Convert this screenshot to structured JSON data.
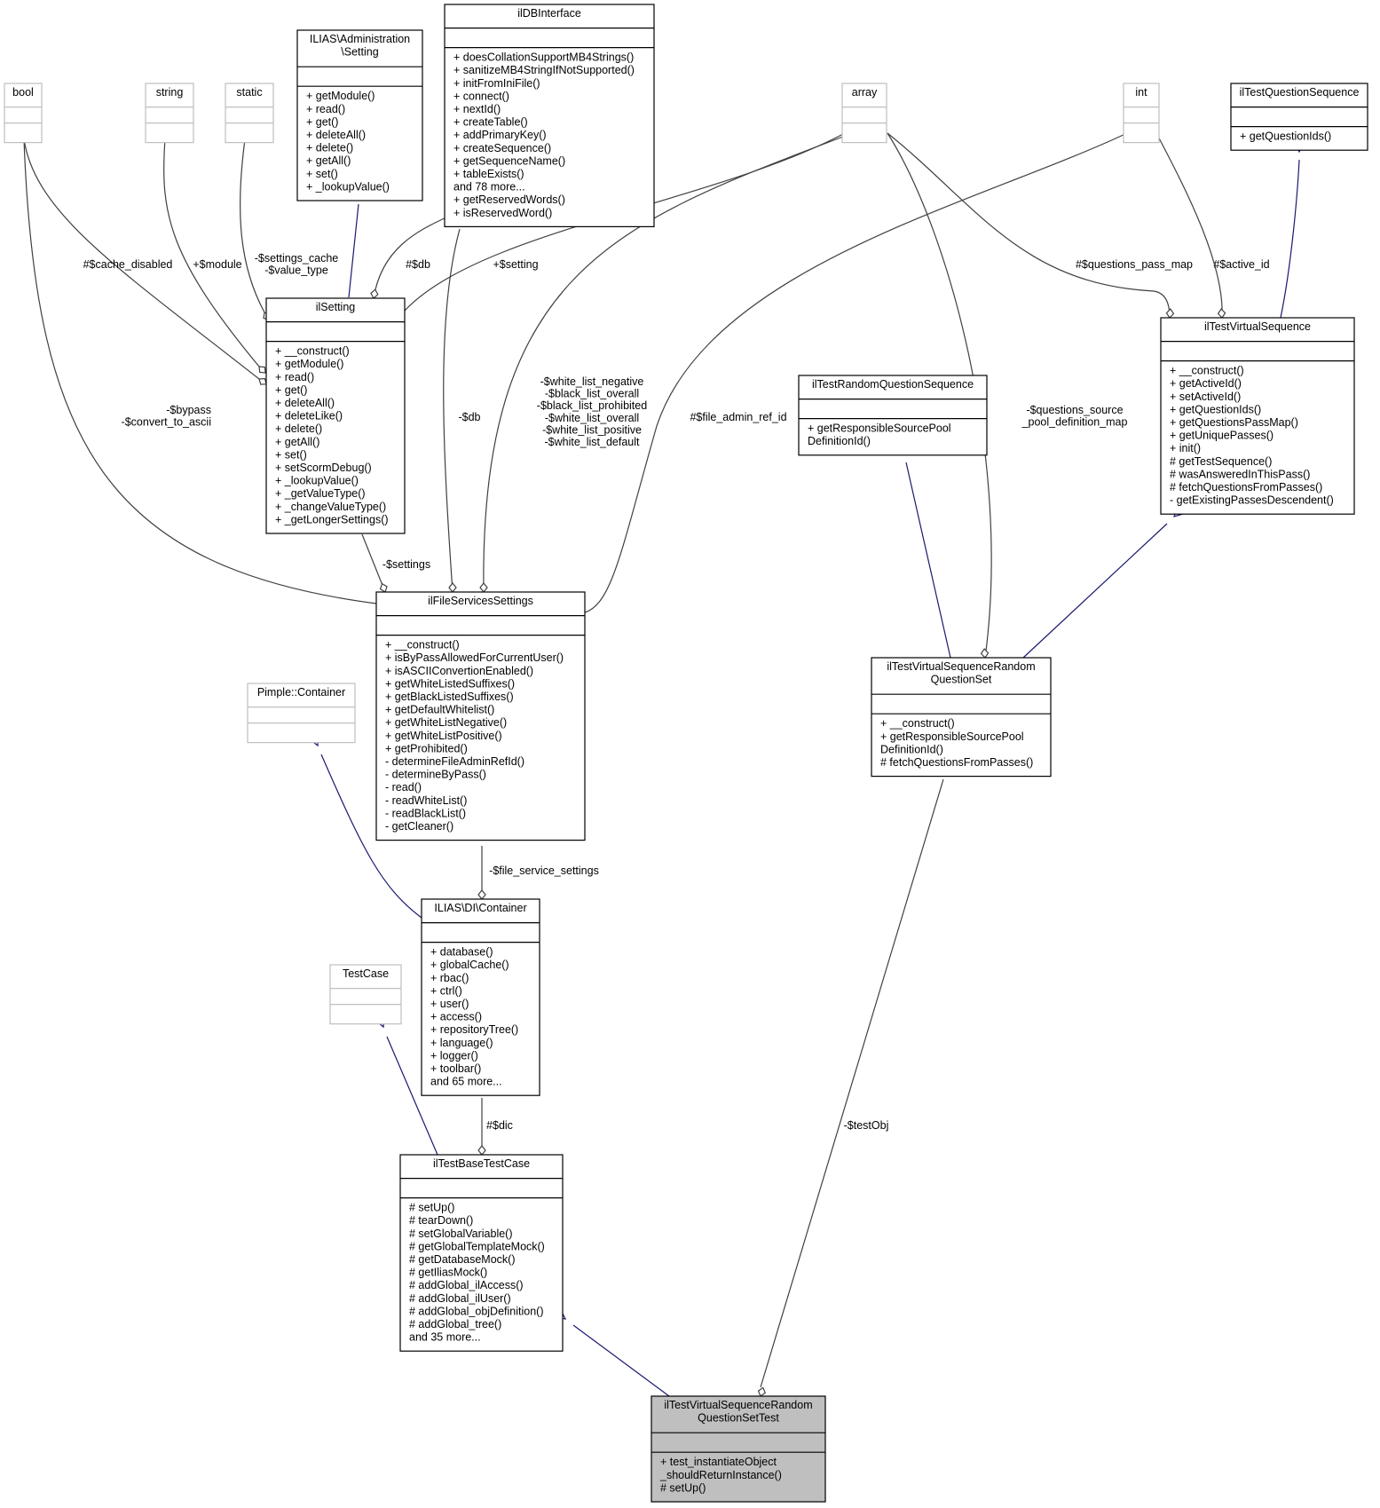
{
  "classes": {
    "bool": {
      "name": "bool",
      "members": []
    },
    "string": {
      "name": "string",
      "members": []
    },
    "static": {
      "name": "static",
      "members": []
    },
    "admin_setting": {
      "name": [
        "ILIAS\\Administration",
        "\\Setting"
      ],
      "members": [
        "+ getModule()",
        "+ read()",
        "+ get()",
        "+ deleteAll()",
        "+ delete()",
        "+ getAll()",
        "+ set()",
        "+ _lookupValue()"
      ]
    },
    "ildbinterface": {
      "name": "ilDBInterface",
      "members": [
        "+ doesCollationSupportMB4Strings()",
        "+ sanitizeMB4StringIfNotSupported()",
        "+ initFromIniFile()",
        "+ connect()",
        "+ nextId()",
        "+ createTable()",
        "+ addPrimaryKey()",
        "+ createSequence()",
        "+ getSequenceName()",
        "+ tableExists()",
        "and 78 more...",
        "+ getReservedWords()",
        "+ isReservedWord()"
      ]
    },
    "array": {
      "name": "array",
      "members": []
    },
    "int": {
      "name": "int",
      "members": []
    },
    "iltestquestionsequence": {
      "name": "ilTestQuestionSequence",
      "members": [
        "+ getQuestionIds()"
      ]
    },
    "ilsetting": {
      "name": "ilSetting",
      "members": [
        "+ __construct()",
        "+ getModule()",
        "+ read()",
        "+ get()",
        "+ deleteAll()",
        "+ deleteLike()",
        "+ delete()",
        "+ getAll()",
        "+ set()",
        "+ setScormDebug()",
        "+ _lookupValue()",
        "+ _getValueType()",
        "+ _changeValueType()",
        "+ _getLongerSettings()"
      ]
    },
    "iltestvirtualsequence": {
      "name": "ilTestVirtualSequence",
      "members": [
        "+ __construct()",
        "+ getActiveId()",
        "+ setActiveId()",
        "+ getQuestionIds()",
        "+ getQuestionsPassMap()",
        "+ getUniquePasses()",
        "+ init()",
        "# getTestSequence()",
        "# wasAnsweredInThisPass()",
        "# fetchQuestionsFromPasses()",
        "- getExistingPassesDescendent()"
      ]
    },
    "iltestrandomquestionsequence": {
      "name": "ilTestRandomQuestionSequence",
      "members": [
        "+ getResponsibleSourcePool",
        "DefinitionId()"
      ]
    },
    "ilfileservicessettings": {
      "name": "ilFileServicesSettings",
      "members": [
        "+ __construct()",
        "+ isByPassAllowedForCurrentUser()",
        "+ isASCIIConvertionEnabled()",
        "+ getWhiteListedSuffixes()",
        "+ getBlackListedSuffixes()",
        "+ getDefaultWhitelist()",
        "+ getWhiteListNegative()",
        "+ getWhiteListPositive()",
        "+ getProhibited()",
        "- determineFileAdminRefId()",
        "- determineByPass()",
        "- read()",
        "- readWhiteList()",
        "- readBlackList()",
        "- getCleaner()"
      ]
    },
    "iltestvirtualsequencerandomquestionset": {
      "name": [
        "ilTestVirtualSequenceRandom",
        "QuestionSet"
      ],
      "members": [
        "+ __construct()",
        "+ getResponsibleSourcePool",
        "DefinitionId()",
        "# fetchQuestionsFromPasses()"
      ]
    },
    "pimple_container": {
      "name": "Pimple::Container",
      "members": []
    },
    "ilias_di_container": {
      "name": "ILIAS\\DI\\Container",
      "members": [
        "+ database()",
        "+ globalCache()",
        "+ rbac()",
        "+ ctrl()",
        "+ user()",
        "+ access()",
        "+ repositoryTree()",
        "+ language()",
        "+ logger()",
        "+ toolbar()",
        "and 65 more..."
      ]
    },
    "testcase": {
      "name": "TestCase",
      "members": []
    },
    "iltestbasetestcase": {
      "name": "ilTestBaseTestCase",
      "members": [
        "# setUp()",
        "# tearDown()",
        "# setGlobalVariable()",
        "# getGlobalTemplateMock()",
        "# getDatabaseMock()",
        "# getIliasMock()",
        "# addGlobal_ilAccess()",
        "# addGlobal_ilUser()",
        "# addGlobal_objDefinition()",
        "# addGlobal_tree()",
        "and 35 more..."
      ]
    },
    "focus": {
      "name": [
        "ilTestVirtualSequenceRandom",
        "QuestionSetTest"
      ],
      "members": [
        "+ test_instantiateObject",
        "_shouldReturnInstance()",
        "# setUp()"
      ]
    }
  },
  "edge_labels": {
    "cache_disabled": [
      "#$cache_disabled"
    ],
    "module": [
      "+$module"
    ],
    "settings_cache": [
      "-$settings_cache",
      "-$value_type"
    ],
    "db_setting": [
      "#$db"
    ],
    "setting": [
      "+$setting"
    ],
    "bypass": [
      "-$bypass",
      "-$convert_to_ascii"
    ],
    "db_fss": [
      "-$db"
    ],
    "white_list": [
      "-$white_list_negative",
      "-$black_list_overall",
      "-$black_list_prohibited",
      "-$white_list_overall",
      "-$white_list_positive",
      "-$white_list_default"
    ],
    "file_admin": [
      "#$file_admin_ref_id"
    ],
    "questions_source": [
      "-$questions_source",
      "_pool_definition_map"
    ],
    "questions_pass_map": [
      "#$questions_pass_map"
    ],
    "active_id": [
      "#$active_id"
    ],
    "settings": [
      "-$settings"
    ],
    "file_service_settings": [
      "-$file_service_settings"
    ],
    "dic": [
      "#$dic"
    ],
    "testobj": [
      "-$testObj"
    ]
  }
}
